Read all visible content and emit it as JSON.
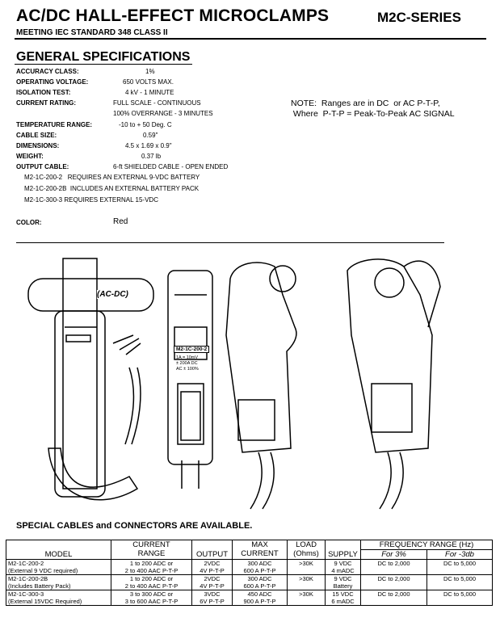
{
  "header": {
    "title": "AC/DC HALL-EFFECT MICROCLAMPS",
    "series": "M2C-SERIES",
    "subtitle": "MEETING IEC STANDARD 348 CLASS II"
  },
  "general": {
    "heading": "GENERAL SPECIFICATIONS",
    "specs": [
      {
        "label": "ACCURACY CLASS:",
        "value": "1%"
      },
      {
        "label": "OPERATING VOLTAGE:",
        "value": "650 VOLTS MAX."
      },
      {
        "label": "ISOLATION TEST:",
        "value": "4 kV - 1 MINUTE"
      },
      {
        "label": "CURRENT RATING:",
        "value": "FULL SCALE - CONTINUOUS",
        "value2": "100% OVERRANGE - 3 MINUTES"
      },
      {
        "label": "TEMPERATURE RANGE:",
        "value": "-10 to + 50 Deg. C"
      },
      {
        "label": "CABLE SIZE:",
        "value": "0.59\""
      },
      {
        "label": "DIMENSIONS:",
        "value": "4.5 x 1.69 x 0.9\""
      },
      {
        "label": "WEIGHT:",
        "value": "0.37 lb"
      },
      {
        "label": "OUTPUT CABLE:",
        "value": "6-ft SHIELDED CABLE - OPEN ENDED"
      }
    ],
    "cable_notes": [
      "M2-1C-200-2   REQUIRES AN EXTERNAL 9-VDC BATTERY",
      "M2-1C-200-2B  INCLUDES AN EXTERNAL BATTERY PACK",
      "M2-1C-300-3 REQUIRES EXTERNAL 15-VDC"
    ],
    "color_label": "COLOR:",
    "color_value": "Red"
  },
  "note": {
    "line1": "NOTE:  Ranges are in DC  or AC P-T-P,",
    "line2": " Where  P-T-P = Peak-To-Peak AC SIGNAL"
  },
  "illustration": {
    "ac_dc_label": "(AC-DC)",
    "model_tag": "M2-1C-200-2",
    "tag_line1": "1A = 10mV",
    "tag_line2": "± 200A DC",
    "tag_line3": "AC ± 100%"
  },
  "cables_heading": "SPECIAL CABLES and CONNECTORS ARE AVAILABLE.",
  "table": {
    "headers": {
      "model": "MODEL",
      "current_range_1": "CURRENT",
      "current_range_2": "RANGE",
      "output": "OUTPUT",
      "max_current_1": "MAX",
      "max_current_2": "CURRENT",
      "load_1": "LOAD",
      "load_2": "(Ohms)",
      "supply": "SUPPLY",
      "freq": "FREQUENCY RANGE (Hz)",
      "freq_3pct": "For 3%",
      "freq_3db": "For -3db"
    },
    "rows": [
      {
        "model1": "M2-1C-200-2",
        "model2": "(External 9 VDC required)",
        "range1": "1 to 200 ADC or",
        "range2": "2 to 400 AAC P-T-P",
        "out1": "2VDC",
        "out2": "4V P-T-P",
        "max1": "300 ADC",
        "max2": "600 A P-T-P",
        "load": ">30K",
        "sup1": "9 VDC",
        "sup2": "4 mADC",
        "f3": "DC to 2,000",
        "f3db": "DC to 5,000"
      },
      {
        "model1": "M2-1C-200-2B",
        "model2": "(Includes Battery Pack)",
        "range1": "1 to 200 ADC or",
        "range2": "2 to 400 AAC P-T-P",
        "out1": "2VDC",
        "out2": "4V P-T-P",
        "max1": "300 ADC",
        "max2": "600 A P-T-P",
        "load": ">30K",
        "sup1": "9 VDC",
        "sup2": "Battery",
        "f3": "DC to 2,000",
        "f3db": "DC to 5,000"
      },
      {
        "model1": "M2-1C-300-3",
        "model2": "(External 15VDC Required)",
        "range1": "3 to 300 ADC or",
        "range2": "3 to 600 AAC P-T-P",
        "out1": "3VDC",
        "out2": "6V P-T-P",
        "max1": "450 ADC",
        "max2": "900 A P-T-P",
        "load": ">30K",
        "sup1": "15 VDC",
        "sup2": "6 mADC",
        "f3": "DC to 2,000",
        "f3db": "DC to 5,000"
      }
    ]
  }
}
